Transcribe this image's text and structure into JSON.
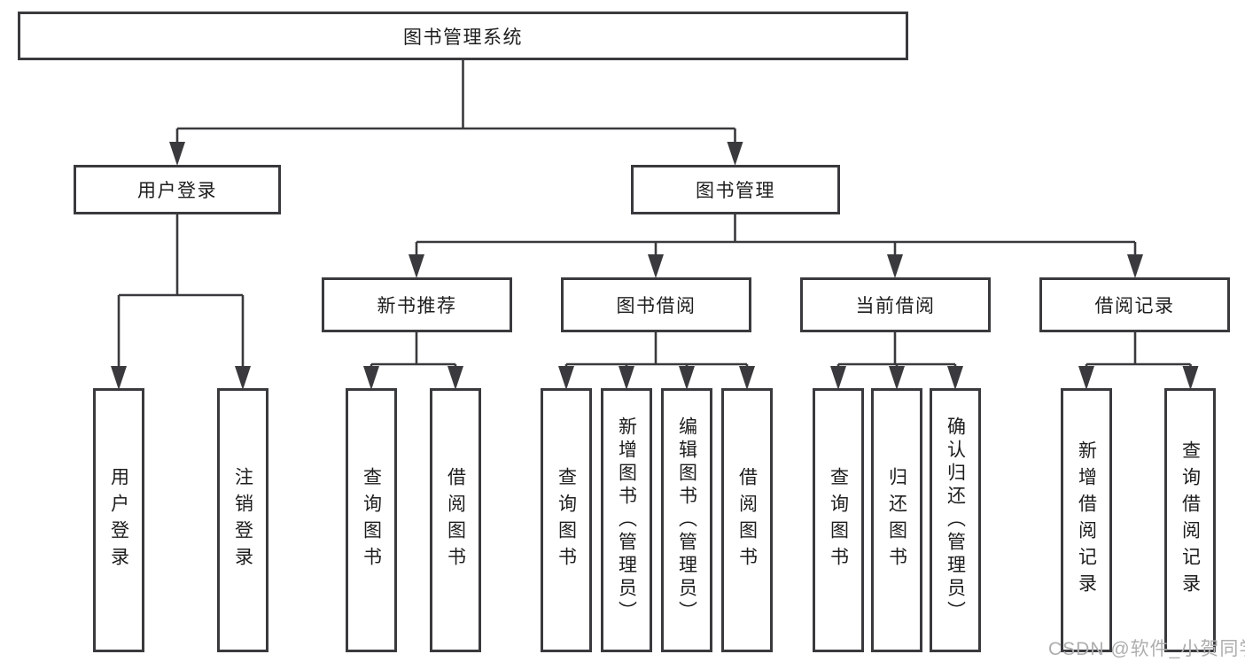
{
  "colors": {
    "background": "#ffffff",
    "line": "#3a3a3e",
    "text": "#1d1d1d",
    "watermark_text": "#aeaeae"
  },
  "watermark": "CSDN @软件_小贺同学",
  "tree": {
    "root": {
      "label": "图书管理系统"
    },
    "branches": [
      {
        "label": "用户登录",
        "children": [
          {
            "label": "用户登录"
          },
          {
            "label": "注销登录"
          }
        ]
      },
      {
        "label": "图书管理",
        "children": [
          {
            "label": "新书推荐",
            "children": [
              {
                "label": "查询图书"
              },
              {
                "label": "借阅图书"
              }
            ]
          },
          {
            "label": "图书借阅",
            "children": [
              {
                "label": "查询图书"
              },
              {
                "label": "新增图书（管理员）"
              },
              {
                "label": "编辑图书（管理员）"
              },
              {
                "label": "借阅图书"
              }
            ]
          },
          {
            "label": "当前借阅",
            "children": [
              {
                "label": "查询图书"
              },
              {
                "label": "归还图书"
              },
              {
                "label": "确认归还（管理员）"
              }
            ]
          },
          {
            "label": "借阅记录",
            "children": [
              {
                "label": "新增借阅记录"
              },
              {
                "label": "查询借阅记录"
              }
            ]
          }
        ]
      }
    ]
  }
}
